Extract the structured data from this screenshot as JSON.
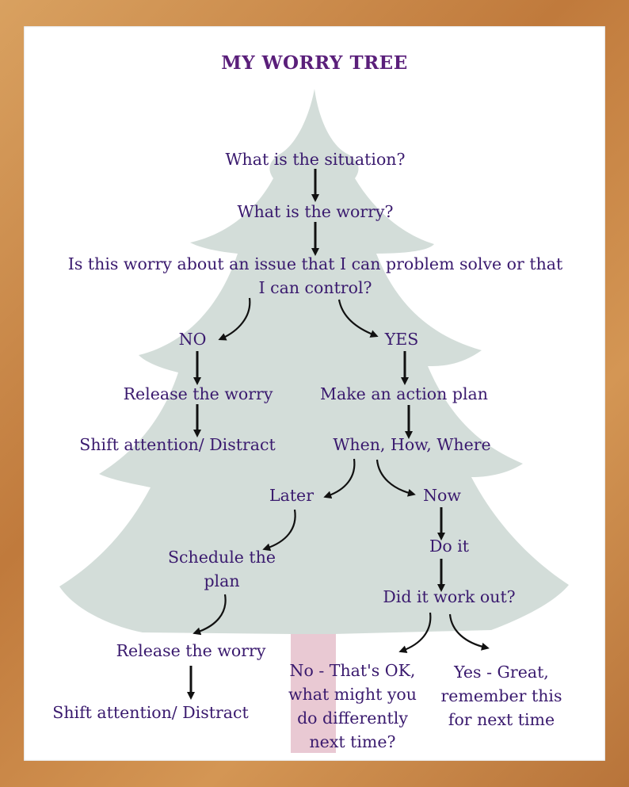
{
  "title": "MY WORRY TREE",
  "nodes": {
    "situation": "What is the situation?",
    "worry": "What is the worry?",
    "question_line1": "Is this worry about an issue that I can problem solve or that",
    "question_line2": "I can control?",
    "no": "NO",
    "yes": "YES",
    "release_1": "Release the worry",
    "shift_1": "Shift attention/ Distract",
    "action_plan": "Make an action plan",
    "when_how_where": "When, How, Where",
    "later": "Later",
    "now": "Now",
    "schedule_line1": "Schedule the",
    "schedule_line2": "plan",
    "do_it": "Do it",
    "did_it_work": "Did it work out?",
    "release_2": "Release the worry",
    "shift_2": "Shift attention/ Distract",
    "no_outcome_line1": "No - That's OK,",
    "no_outcome_line2": "what might you",
    "no_outcome_line3": "do differently",
    "no_outcome_line4": "next time?",
    "yes_outcome_line1": "Yes - Great,",
    "yes_outcome_line2": "remember this",
    "yes_outcome_line3": "for next time"
  },
  "colors": {
    "frame": "#c98a4a",
    "tree": "#d3ddd9",
    "trunk": "#e9c9d3",
    "text": "#3a1a6e",
    "title": "#5a1f7a",
    "arrow": "#111111"
  }
}
